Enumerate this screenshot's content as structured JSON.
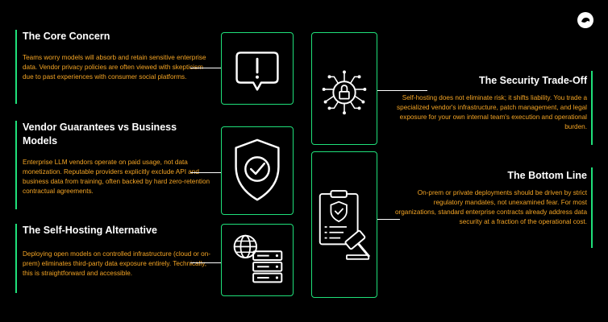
{
  "left_blocks": [
    {
      "title": "The Core Concern",
      "body": "Teams worry models will absorb and retain sensitive enterprise data. Vendor privacy policies are often viewed with skepticism due to past experiences with consumer social platforms."
    },
    {
      "title": "Vendor Guarantees vs Business Models",
      "body": "Enterprise LLM vendors operate on paid usage, not data monetization. Reputable providers explicitly exclude API and business data from training, often backed by hard zero-retention contractual agreements."
    },
    {
      "title": "The Self-Hosting Alternative",
      "body": "Deploying open models on controlled infrastructure (cloud or on-prem) eliminates third-party data exposure entirely. Technically, this is straightforward and accessible."
    }
  ],
  "right_blocks": [
    {
      "title": "The Security Trade-Off",
      "body": "Self-hosting does not eliminate risk; it shifts liability. You trade a specialized vendor's infrastructure, patch management, and legal exposure for your own internal team's execution and operational burden."
    },
    {
      "title": "The Bottom Line",
      "body": "On-prem or private deployments should be driven by strict regulatory mandates, not unexamined fear. For most organizations, standard enterprise contracts already address data security at a fraction of the operational cost."
    }
  ],
  "icons": {
    "concern": "warning-speech-bubble-icon",
    "guarantee": "shield-check-icon",
    "selfhost": "globe-server-icon",
    "tradeoff": "chip-lock-icon",
    "bottomline": "clipboard-shield-gavel-icon",
    "logo": "brand-logo-icon"
  },
  "colors": {
    "accent": "#1fe07a",
    "body_text": "#f5a524",
    "title_text": "#ffffff",
    "background": "#000000"
  }
}
